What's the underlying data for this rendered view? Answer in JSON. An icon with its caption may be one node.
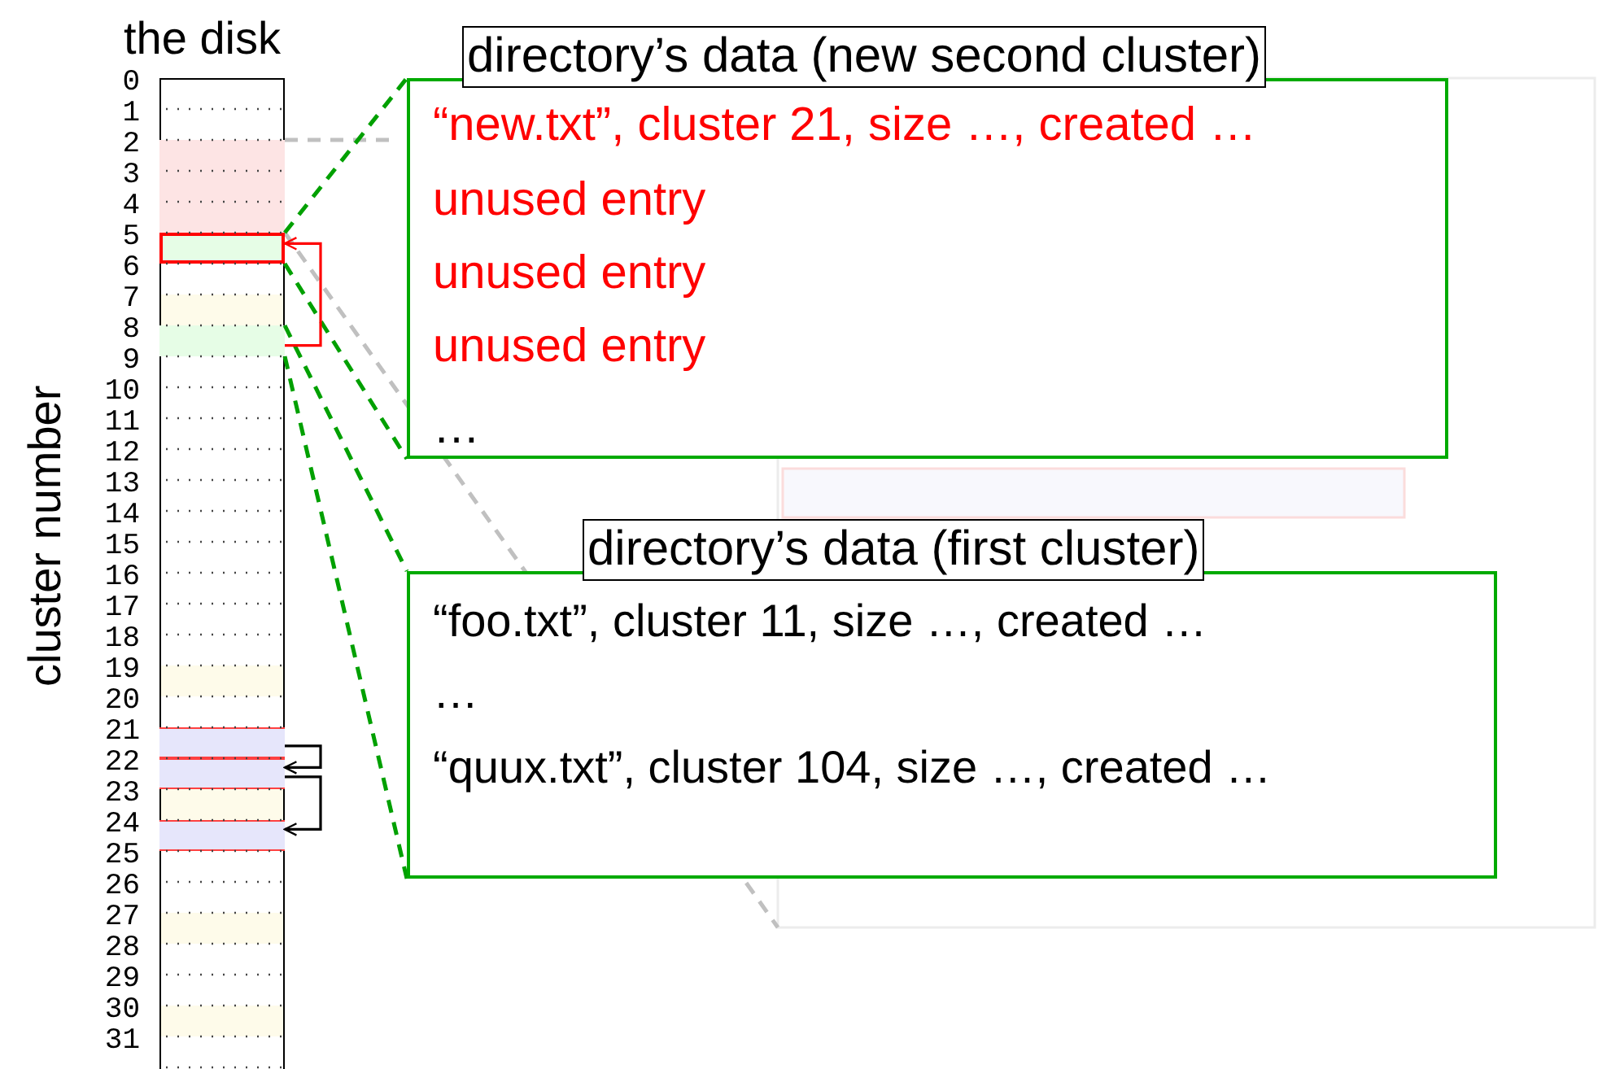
{
  "diagram": {
    "nodes": [
      {
        "text": [
          "the disk"
        ]
      },
      {
        "text": [],
        "shape": "box",
        "in": 0
      },
      {
        "text": [],
        "shape": "box",
        "in": 0
      },
      {
        "text": [],
        "shape": "box",
        "in": 0
      },
      {
        "text": [],
        "shape": "box",
        "in": 0
      },
      {
        "text": [],
        "shape": "box",
        "in": 0
      },
      {
        "text": [],
        "shape": "box",
        "in": 0
      },
      {
        "text": [
          "directory’s data (new second cluster)",
          "“new.txt”, cluster 21, size …, created …",
          "unused entry",
          "unused entry",
          "unused entry",
          "…"
        ]
      },
      {
        "text": [
          "directory’s data (first cluster)",
          "“foo.txt”, cluster 11, size …, created …",
          "…",
          "“quux.txt”, cluster 104, size …, created …"
        ]
      }
    ],
    "edges": [
      {
        "from": 2,
        "to": 7,
        "arrow": "none",
        "style": "dashed",
        "color": "#00a000"
      },
      {
        "from": 2,
        "to": 7,
        "arrow": "none",
        "style": "dashed",
        "color": "#00a000"
      },
      {
        "from": 3,
        "to": 8,
        "arrow": "none",
        "style": "dashed",
        "color": "#00a000"
      },
      {
        "from": 3,
        "to": 8,
        "arrow": "none",
        "style": "dashed",
        "color": "#00a000"
      },
      {
        "from": 3,
        "to": 2,
        "arrow": "to",
        "color": "#ff0000"
      },
      {
        "from": 4,
        "to": 5,
        "arrow": "to",
        "color": "#000000"
      },
      {
        "from": 5,
        "to": 6,
        "arrow": "to",
        "color": "#000000"
      }
    ],
    "labels": [
      "cluster number",
      "0",
      "1",
      "2",
      "3",
      "4",
      "5",
      "6",
      "7",
      "8",
      "9",
      "10",
      "11",
      "12",
      "13",
      "14",
      "15",
      "16",
      "17",
      "18",
      "19",
      "20",
      "21",
      "22",
      "23",
      "24",
      "25",
      "26",
      "27",
      "28",
      "29",
      "30",
      "31"
    ]
  }
}
